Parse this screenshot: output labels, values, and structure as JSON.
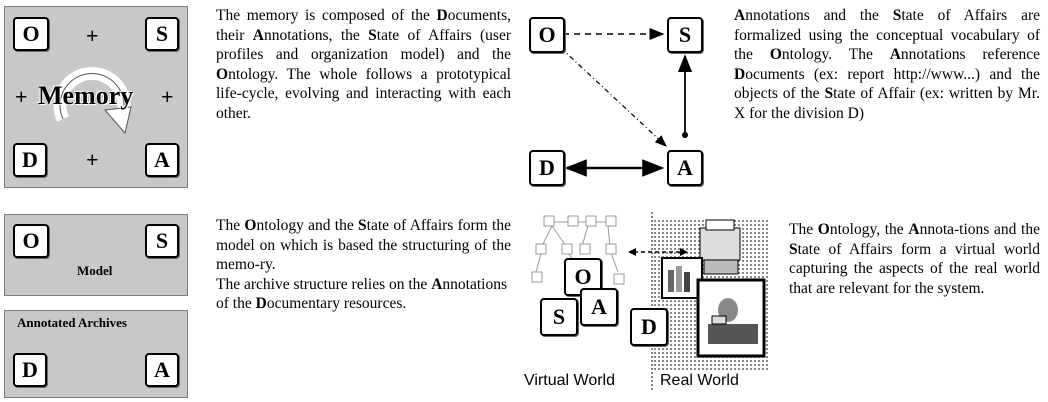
{
  "letters": {
    "o": "O",
    "s": "S",
    "d": "D",
    "a": "A",
    "plus": "+"
  },
  "memory_label": "Memory",
  "model_label": "Model",
  "archives_label": "Annotated Archives",
  "virtual_label": "Virtual World",
  "real_label": "Real World",
  "p1": [
    [
      "The memory is composed of the ",
      ""
    ],
    [
      "D",
      "b"
    ],
    [
      "ocuments, their ",
      ""
    ],
    [
      "A",
      "b"
    ],
    [
      "nnotations, the ",
      ""
    ],
    [
      "S",
      "b"
    ],
    [
      "tate of Affairs (user profiles and organization model) and the ",
      ""
    ],
    [
      "O",
      "b"
    ],
    [
      "ntology. The whole follows a prototypical life-cycle, evolving and interacting with each other.",
      ""
    ]
  ],
  "p2": [
    [
      "A",
      "b"
    ],
    [
      "nnotations and the ",
      ""
    ],
    [
      "S",
      "b"
    ],
    [
      "tate of Affairs are formalized using the conceptual vocabulary of the ",
      ""
    ],
    [
      "O",
      "b"
    ],
    [
      "ntology. The ",
      ""
    ],
    [
      "A",
      "b"
    ],
    [
      "nnotations reference ",
      ""
    ],
    [
      "D",
      "b"
    ],
    [
      "ocuments (ex: report http://www...) and the objects of the ",
      ""
    ],
    [
      "S",
      "b"
    ],
    [
      "tate of Affair (ex: written by Mr. X for the division D)",
      ""
    ]
  ],
  "p3": [
    [
      "The ",
      ""
    ],
    [
      "O",
      "b"
    ],
    [
      "ntology and the ",
      ""
    ],
    [
      "S",
      "b"
    ],
    [
      "tate of Affairs form the model on which is based the structuring of the memo-ry.",
      ""
    ]
  ],
  "p3b": [
    [
      "The archive structure relies on the ",
      ""
    ],
    [
      "A",
      "b"
    ],
    [
      "nnotations of the ",
      ""
    ],
    [
      "D",
      "b"
    ],
    [
      "ocumentary resources.",
      ""
    ]
  ],
  "p4": [
    [
      "The ",
      ""
    ],
    [
      "O",
      "b"
    ],
    [
      "ntology, the ",
      ""
    ],
    [
      "A",
      "b"
    ],
    [
      "nnota-tions and the ",
      ""
    ],
    [
      "S",
      "b"
    ],
    [
      "tate of Affairs form a virtual world capturing the aspects of the real world that are relevant for the system.",
      ""
    ]
  ]
}
